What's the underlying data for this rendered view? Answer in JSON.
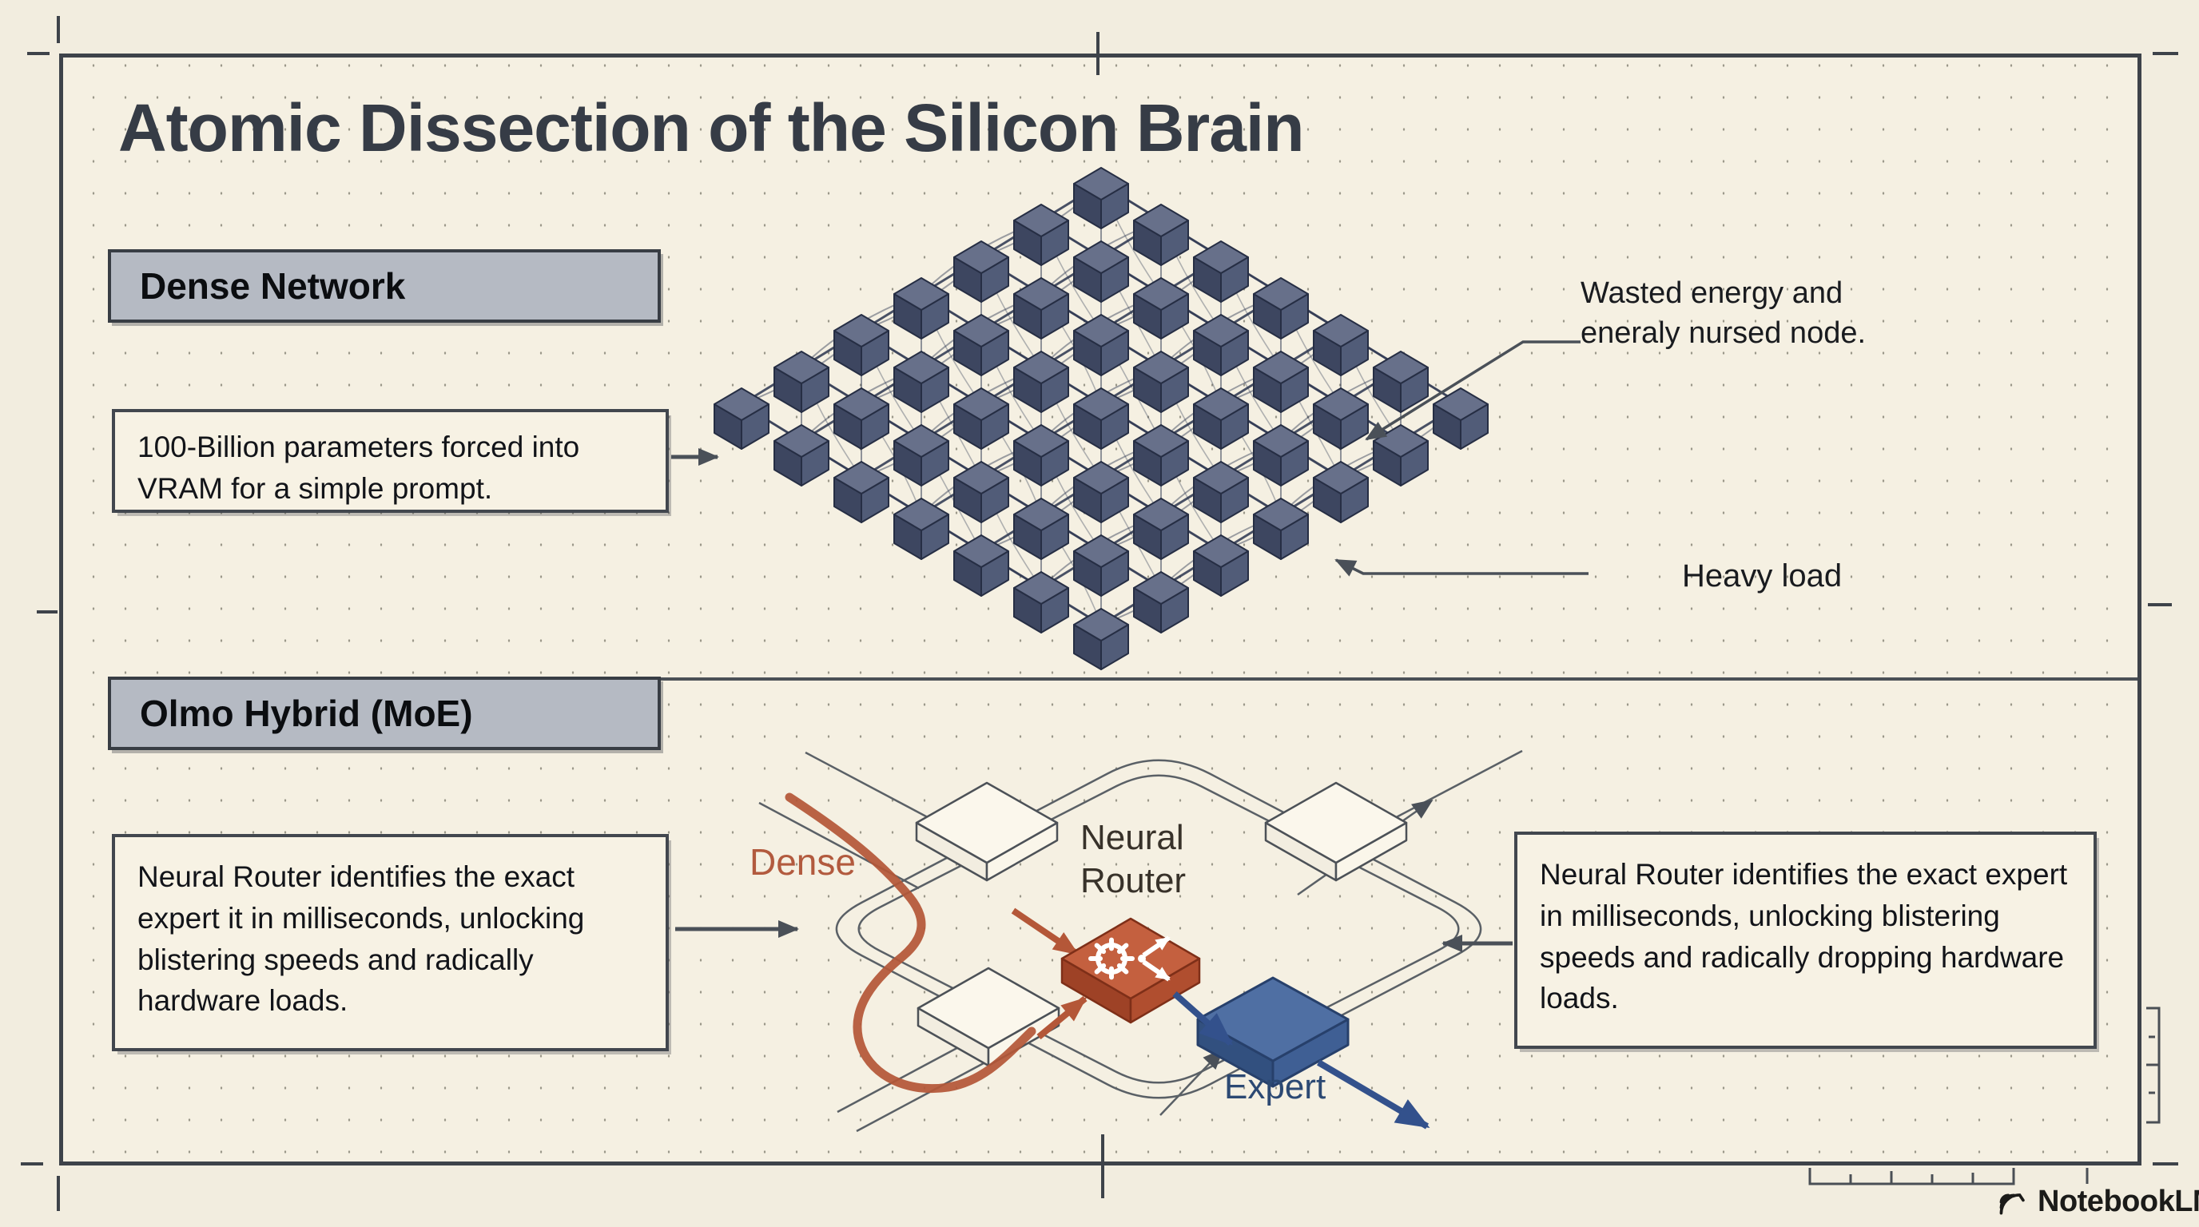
{
  "header": {
    "title": "Atomic Dissection of the Silicon Brain"
  },
  "dense_section": {
    "label": "Dense Network",
    "callout": "100-Billion parameters forced into VRAM for a simple prompt.",
    "annotations": {
      "wasted": "Wasted energy and eneraly nursed node.",
      "heavy": "Heavy load"
    }
  },
  "moe_section": {
    "label": "Olmo Hybrid (MoE)",
    "callout_left": "Neural Router identifies the exact expert it in milliseconds, unlocking blistering speeds and radically hardware loads.",
    "callout_right": "Neural Router identifies the exact expert in milliseconds, unlocking blistering speeds and radically dropping hardware loads.",
    "diagram": {
      "dense_path_label": "Dense",
      "router_label": "Neural Router",
      "expert_label": "Expert"
    }
  },
  "footer": {
    "brand": "NotebookLM"
  },
  "palette": {
    "background": "#f5f0e2",
    "ink": "#363c46",
    "frame": "#3e434a",
    "label_box_fill": "#b5bac3",
    "accent_orange": "#b45738",
    "accent_blue": "#33518c",
    "cube_top": "#67708a",
    "cube_side": "#3d4660"
  }
}
